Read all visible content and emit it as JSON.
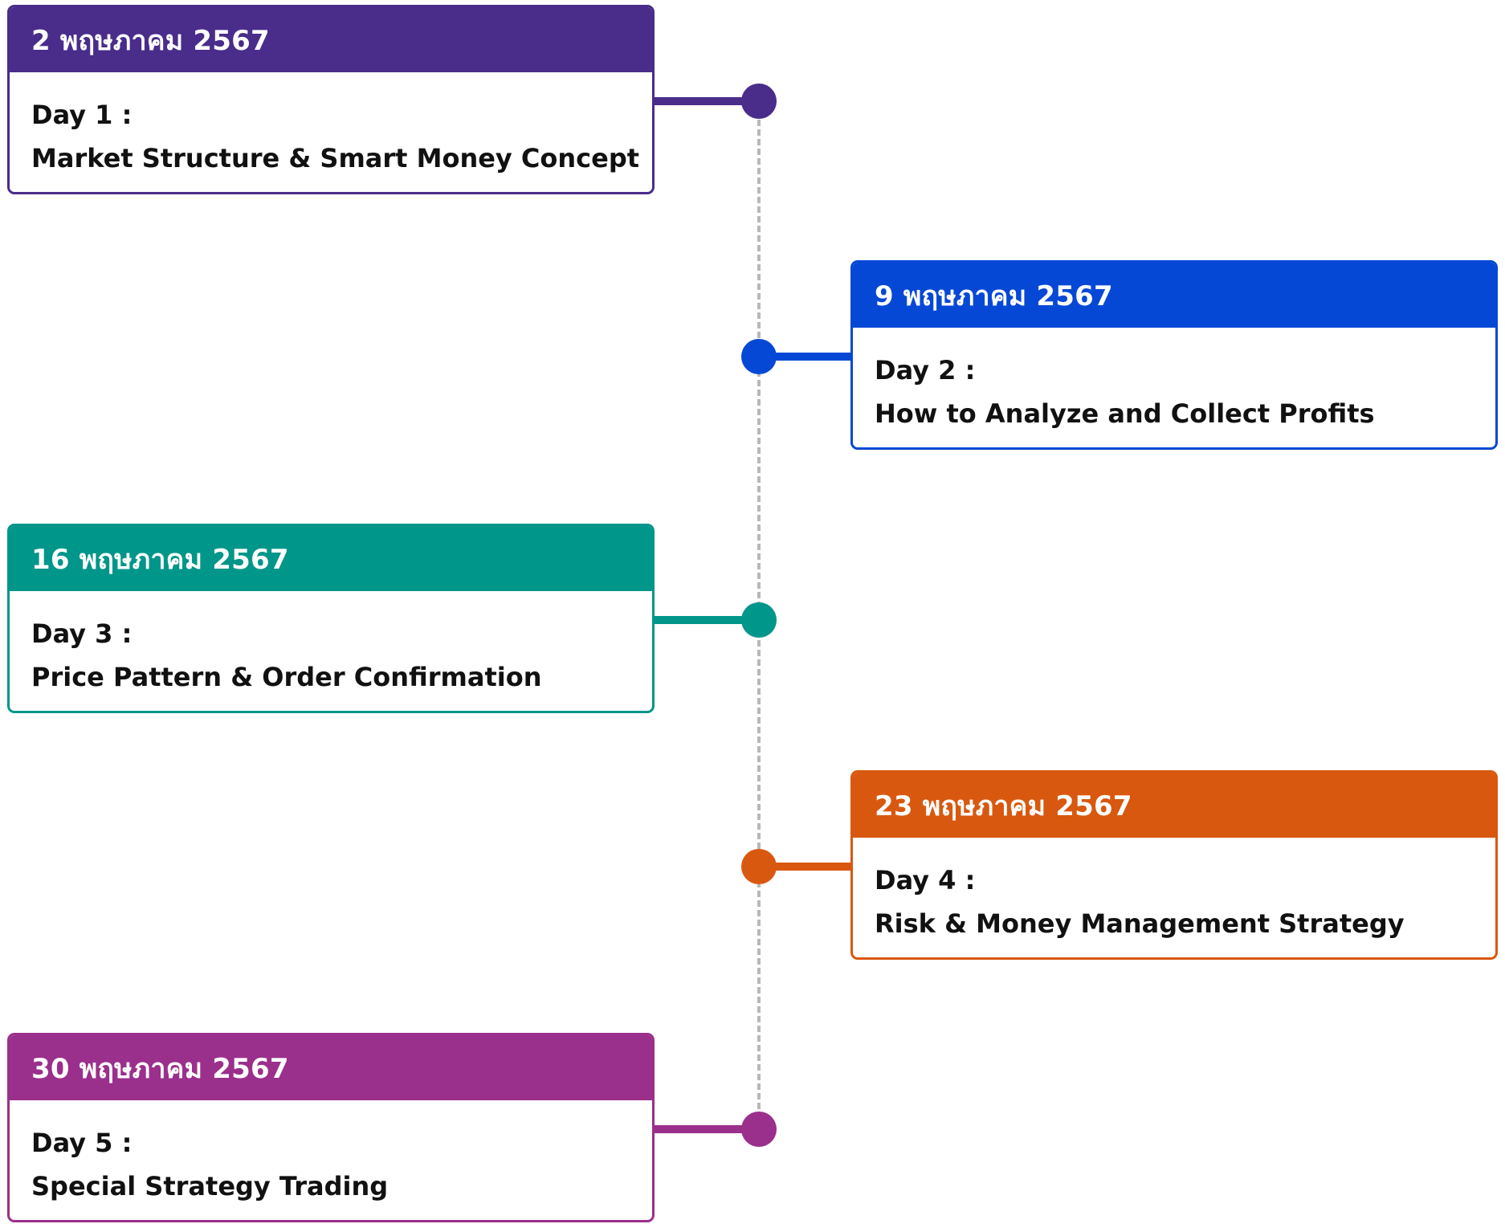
{
  "events": [
    {
      "date": "2 พฤษภาคม 2567",
      "day": "Day 1 :",
      "title": "Market Structure & Smart Money Concept",
      "color": "#4a2c8a",
      "side": "left"
    },
    {
      "date": "9 พฤษภาคม 2567",
      "day": "Day 2 :",
      "title": "How to Analyze and Collect Profits",
      "color": "#0648d6",
      "side": "right"
    },
    {
      "date": "16 พฤษภาคม 2567",
      "day": "Day 3 :",
      "title": "Price Pattern & Order Confirmation",
      "color": "#00968a",
      "side": "left"
    },
    {
      "date": "23 พฤษภาคม 2567",
      "day": "Day 4 :",
      "title": "Risk & Money Management Strategy",
      "color": "#d9580f",
      "side": "right"
    },
    {
      "date": "30 พฤษภาคม 2567",
      "day": "Day 5 :",
      "title": "Special Strategy Trading",
      "color": "#9b2f8c",
      "side": "left"
    }
  ],
  "timeline": {
    "spine_color": "#b8b8b8"
  }
}
